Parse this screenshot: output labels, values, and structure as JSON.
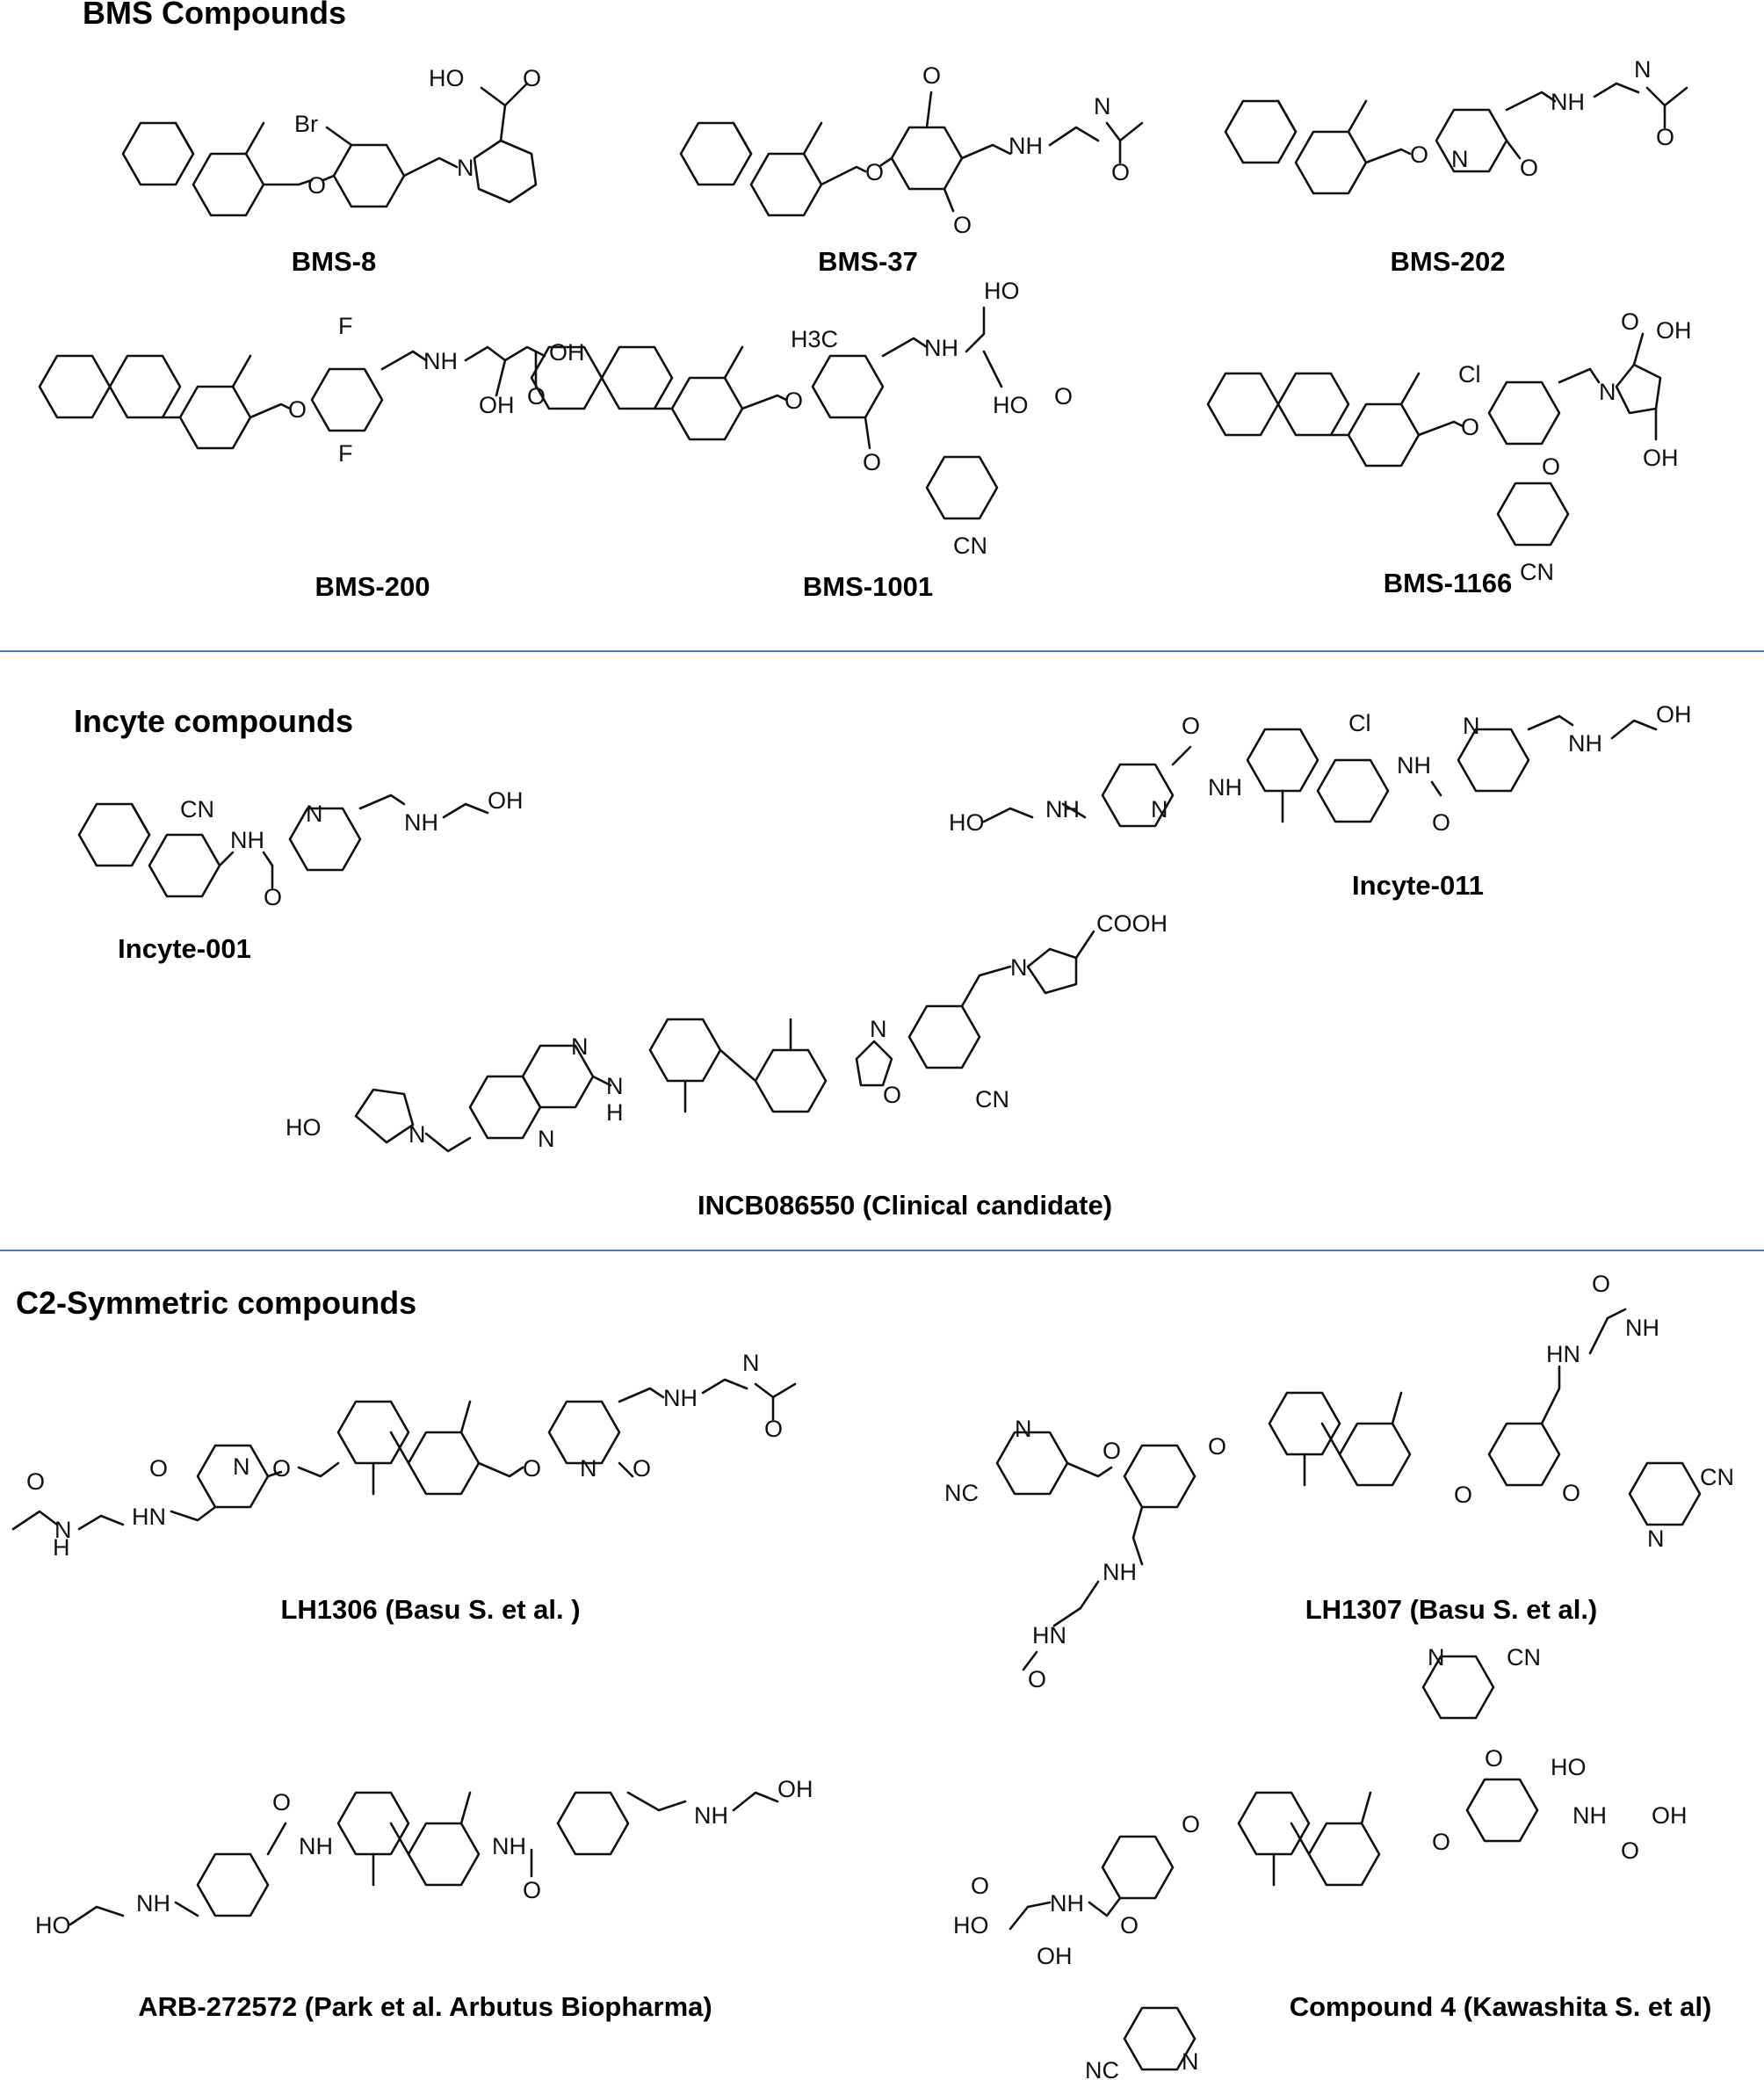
{
  "sections": {
    "bms": {
      "title": "BMS Compounds"
    },
    "incyte": {
      "title": "Incyte compounds"
    },
    "c2": {
      "title": "C2-Symmetric compounds"
    }
  },
  "compounds": {
    "bms8": "BMS-8",
    "bms37": "BMS-37",
    "bms202": "BMS-202",
    "bms200": "BMS-200",
    "bms1001": "BMS-1001",
    "bms1166": "BMS-1166",
    "incyte001": "Incyte-001",
    "incyte011": "Incyte-011",
    "incb": "INCB086550 (Clinical candidate)",
    "lh1306": "LH1306 (Basu S. et al. )",
    "lh1307": "LH1307 (Basu S. et al.)",
    "arb": "ARB-272572 (Park et al. Arbutus Biopharma)",
    "cmpd4": "Compound 4 (Kawashita S. et al)"
  },
  "atom_labels": {
    "ho": "HO",
    "oh": "OH",
    "o": "O",
    "n": "N",
    "h": "H",
    "nh": "NH",
    "hn": "HN",
    "br": "Br",
    "f": "F",
    "cl": "Cl",
    "cn": "CN",
    "nc": "NC",
    "cooh": "COOH",
    "h3c": "H3C"
  },
  "divider_color": "#4a7ac8"
}
